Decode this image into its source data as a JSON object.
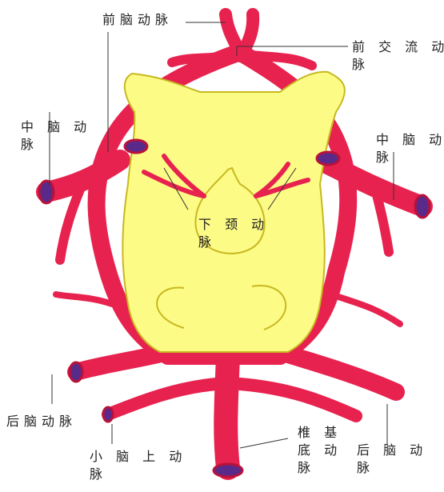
{
  "colors": {
    "artery": "#e8224f",
    "artery_dark": "#b8123a",
    "gland": "#fcfb86",
    "gland_edge": "#c8b820",
    "lumen": "#5a2a8a",
    "leader": "#333333",
    "text": "#222222"
  },
  "labels": {
    "anterior_cerebral": {
      "line1": "前脑动脉",
      "line2": ""
    },
    "anterior_communicating": {
      "line1": "前 交 流 动",
      "line2": "脉"
    },
    "middle_cerebral_left": {
      "line1": "中 脑 动",
      "line2": "脉"
    },
    "middle_cerebral_right": {
      "line1": "中 脑 动",
      "line2": "脉"
    },
    "inferior_hypophyseal": {
      "line1": "下 颈 动",
      "line2": "脉"
    },
    "posterior_cerebral_left": {
      "line1": "后脑动脉",
      "line2": ""
    },
    "superior_cerebellar": {
      "line1": "小 脑 上 动",
      "line2": "脉"
    },
    "basilar": {
      "line1": "椎 基",
      "line2": "底 动",
      "line3": "脉"
    },
    "posterior_cerebral_right": {
      "line1": "后 脑 动",
      "line2": "脉"
    }
  }
}
